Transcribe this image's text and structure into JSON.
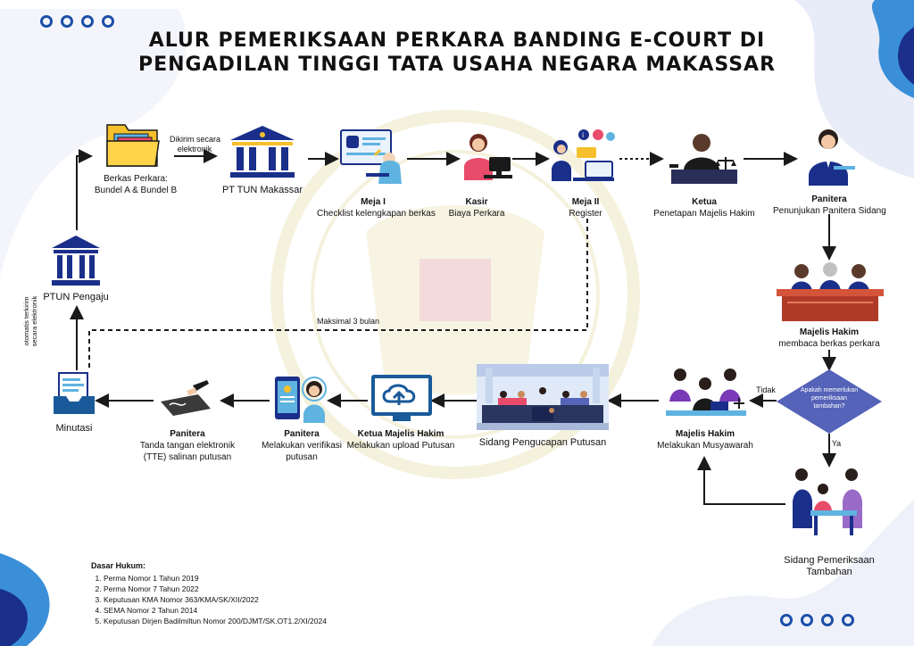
{
  "title": {
    "line1": "ALUR PEMERIKSAAN PERKARA BANDING E-COURT DI",
    "line2": "PENGADILAN TINGGI TATA USAHA NEGARA MAKASSAR"
  },
  "colors": {
    "accent": "#1c4fa8",
    "navy": "#1a2f8a",
    "arrow": "#1a1a1a",
    "diamond": "#5563b8"
  },
  "nodes": {
    "berkas": {
      "line1": "Berkas Perkara:",
      "line2": "Bundel A & Bundel B"
    },
    "kirim": {
      "line1": "Dikirim secara",
      "line2": "elektronik"
    },
    "pt_tun": {
      "name": "PT TUN Makassar"
    },
    "meja1": {
      "name": "Meja I",
      "desc": "Checklist kelengkapan berkas"
    },
    "kasir": {
      "name": "Kasir",
      "desc": "Biaya Perkara"
    },
    "meja2": {
      "name": "Meja II",
      "desc": "Register"
    },
    "ketua": {
      "name": "Ketua",
      "desc": "Penetapan Majelis Hakim"
    },
    "panitera1": {
      "name": "Panitera",
      "desc": "Penunjukan Panitera Sidang"
    },
    "majelis1": {
      "name": "Majelis Hakim",
      "desc": "membaca berkas perkara"
    },
    "decision": {
      "line1": "Apakah memerlukan",
      "line2": "pemeriksaan",
      "line3": "tambahan?"
    },
    "tidak": "Tidak",
    "ya": "Ya",
    "sidang_tambahan": {
      "line1": "Sidang Pemeriksaan",
      "line2": "Tambahan"
    },
    "majelis2": {
      "name": "Majelis Hakim",
      "desc": "Melakukan Musyawarah"
    },
    "sidang_putusan": {
      "name": "Sidang Pengucapan Putusan"
    },
    "ketua_majelis": {
      "name": "Ketua Majelis Hakim",
      "desc": "Melakukan upload Putusan"
    },
    "panitera2": {
      "name": "Panitera",
      "desc1": "Melakukan verifikasi",
      "desc2": "putusan"
    },
    "panitera3": {
      "name": "Panitera",
      "desc1": "Tanda tangan elektronik",
      "desc2": "(TTE) salinan putusan"
    },
    "minutasi": {
      "name": "Minutasi"
    },
    "ptun_pengaju": {
      "name": "PTUN Pengaju"
    },
    "otomatis": {
      "line1": "otomatis terkirim",
      "line2": "secara elektronik"
    },
    "maksimal": "Maksimal 3 bulan"
  },
  "legal": {
    "heading": "Dasar Hukum:",
    "items": [
      "Perma Nomor 1 Tahun 2019",
      "Perma Nomor 7 Tahun 2022",
      "Keputusan KMA Nomor 363/KMA/SK/XII/2022",
      "SEMA Nomor 2 Tahun 2014",
      "Keputusan Dirjen Badilmiltun Nomor 200/DJMT/SK.OT1.2/XI/2024"
    ]
  }
}
